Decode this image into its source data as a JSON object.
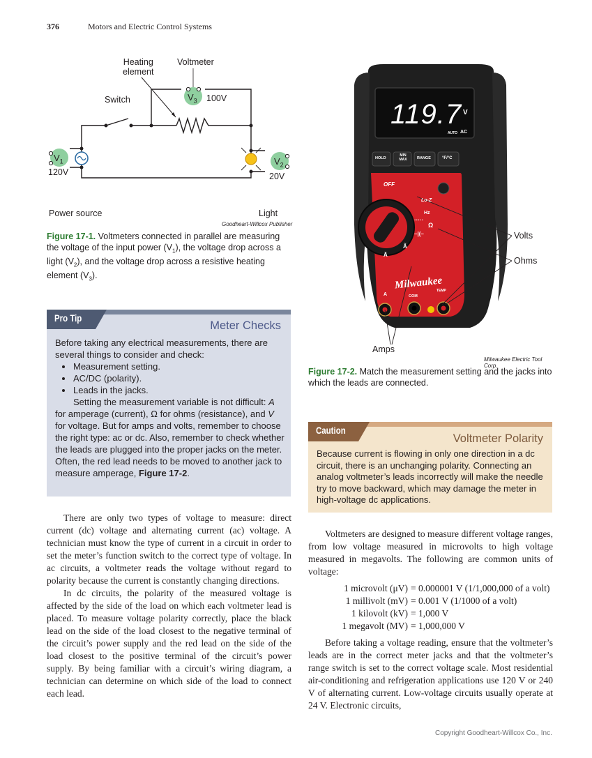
{
  "header": {
    "page_number": "376",
    "running_head": "Motors and Electric Control Systems"
  },
  "figure1": {
    "labels": {
      "heating_element_line1": "Heating",
      "heating_element_line2": "element",
      "voltmeter": "Voltmeter",
      "switch": "Switch",
      "v3_symbol": "V",
      "v3_sub": "3",
      "v3_value": "100V",
      "v1_symbol": "V",
      "v1_sub": "1",
      "v1_value": "120V",
      "v2_symbol": "V",
      "v2_sub": "2",
      "v2_value": "20V",
      "power_source": "Power source",
      "light": "Light"
    },
    "credit": "Goodheart-Willcox Publisher",
    "caption_label": "Figure 17-1.",
    "caption_parts": [
      " Voltmeters connected in parallel are measuring the voltage of the input power (V",
      "1",
      "), the voltage drop across a light (V",
      "2",
      "), and the voltage drop across a resistive heating element (V",
      "3",
      ")."
    ],
    "colors": {
      "meter_green": "#8fcf9f",
      "lamp_yellow": "#f7c21a",
      "source_blue": "#2e6da4"
    }
  },
  "figure2": {
    "meter": {
      "display_value": "119.7",
      "display_unit": "V",
      "display_mode": "AC",
      "display_auto": "AUTO",
      "buttons": [
        "HOLD",
        "MIN MAX",
        "RANGE",
        "°F/°C"
      ],
      "dial_off": "OFF",
      "dial_loz": "Lo-Z",
      "dial_hz": "Hz",
      "dial_ohm": "Ω",
      "brand": "Milwaukee",
      "jack_a": "A",
      "jack_com": "COM",
      "jack_temp": "TEMP"
    },
    "labels": {
      "volts": "Volts",
      "ohms": "Ohms",
      "amps": "Amps"
    },
    "credit": "Milwaukee Electric Tool Corp.",
    "caption_label": "Figure 17-2.",
    "caption_text": " Match the measurement setting and the jacks into which the leads are connected.",
    "colors": {
      "meter_red": "#d32027",
      "meter_black": "#1f1f1f",
      "display_text": "#ffffff"
    }
  },
  "pro_tip": {
    "tab": "Pro Tip",
    "title": "Meter Checks",
    "intro": "Before taking any electrical measurements, there are several things to consider and check:",
    "bullets": [
      "Measurement setting.",
      "AC/DC (polarity).",
      "Leads in the jacks."
    ],
    "para_1": "Setting the measurement variable is not difficult: ",
    "para_a": "A",
    "para_2": " for amperage (current), Ω for ohms (resistance), and ",
    "para_v": "V",
    "para_3": " for voltage. But for amps and volts, remember to choose the right type: ac or dc. Also, remember to check whether the leads are plugged into the proper jacks on the meter. Often, the red lead needs to be moved to another jack to measure amperage, ",
    "para_fig": "Figure 17-2",
    "para_end": ".",
    "colors": {
      "background": "#d9dde8",
      "tab": "#4e5a72",
      "title": "#4e5a8a"
    }
  },
  "caution": {
    "tab": "Caution",
    "title": "Voltmeter Polarity",
    "body": "Because current is flowing in only one direction in a dc circuit, there is an unchanging polarity. Connecting an analog voltmeter’s leads incorrectly will make the needle try to move backward, which may damage the meter in high-voltage dc applications.",
    "colors": {
      "background": "#f4e5cc",
      "tab": "#8c6140",
      "title": "#7d5b3e"
    }
  },
  "left_column": {
    "p1": "There are only two types of voltage to measure: direct current (dc) voltage and alternating current (ac) voltage. A technician must know the type of current in a circuit in order to set the meter’s function switch to the correct type of voltage. In ac circuits, a voltmeter reads the voltage without regard to polarity because the current is constantly changing directions.",
    "p2": "In dc circuits, the polarity of the measured voltage is affected by the side of the load on which each voltmeter lead is placed. To measure voltage polarity correctly, place the black lead on the side of the load closest to the negative terminal of the circuit’s power supply and the red lead on the side of the load closest to the positive terminal of the circuit’s power supply. By being familiar with a circuit’s wiring diagram, a technician can determine on which side of the load to connect each lead."
  },
  "right_column": {
    "p1": "Voltmeters are designed to measure different voltage ranges, from low voltage measured in microvolts to high voltage measured in megavolts. The following are common units of voltage:",
    "units": [
      {
        "name": "1 microvolt (μV)",
        "value": "= 0.000001 V (1/1,000,000 of a volt)"
      },
      {
        "name": "1 millivolt (mV)",
        "value": "= 0.001 V (1/1000 of a volt)"
      },
      {
        "name": "1 kilovolt (kV)",
        "value": "= 1,000 V"
      },
      {
        "name": "1 megavolt (MV)",
        "value": "= 1,000,000 V"
      }
    ],
    "p2": "Before taking a voltage reading, ensure that the voltmeter’s leads are in the correct meter jacks and that the voltmeter’s range switch is set to the correct voltage scale. Most residential air-conditioning and refrigeration applications use 120 V or 240 V of alternating current. Low-voltage circuits usually operate at 24 V. Electronic circuits,"
  },
  "footer": {
    "copyright": "Copyright Goodheart-Willcox Co., Inc."
  }
}
